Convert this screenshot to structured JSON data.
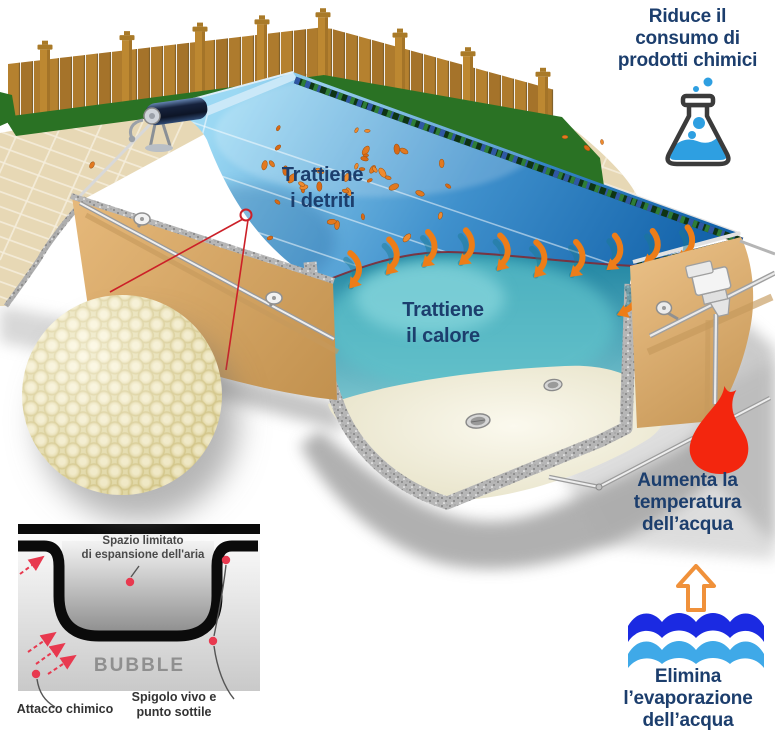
{
  "pool_labels": {
    "debris": "Trattiene\ni detriti",
    "heat": "Trattiene\nil calore"
  },
  "benefits": {
    "chemicals": "Riduce il\nconsumo di\nprodotti chimici",
    "temperature": "Aumenta la\ntemperatura\ndell’acqua",
    "evaporation": "Elimina\nl’evaporazione\ndell’acqua"
  },
  "bubble_diagram": {
    "air_space": "Spazio limitato\ndi espansione dell'aria",
    "bubble_label": "BUBBLE",
    "sharp_edge": "Spigolo vivo e\npunto sottile",
    "chemical_attack": "Attacco chimico"
  },
  "icons": {
    "chemicals": "flask-icon",
    "temperature": "flame-icon",
    "evaporation": "waves-evaporation-icon"
  },
  "colors": {
    "label_navy": "#1c3e6d",
    "cover_blue_light": "#9bd8f3",
    "cover_blue_dark": "#1160a8",
    "water_teal": "#1d83a1",
    "water_teal_light": "#9fdfe0",
    "wall_sand": "#e0b173",
    "concrete_gray": "#b6b6b6",
    "floor_cream": "#f3efdc",
    "wood_brown": "#b5812f",
    "grass_green": "#2a7224",
    "heat_arrow_orange": "#ed7d18",
    "flame_red": "#f3260e",
    "flask_blue": "#2e9fe1",
    "wave_dark_blue": "#1b2ae2",
    "wave_light_blue": "#3fa9e8",
    "evaporation_arrow_orange": "#f0913a",
    "callout_red": "#e8394f",
    "cut_line_red": "#7e2a35"
  }
}
